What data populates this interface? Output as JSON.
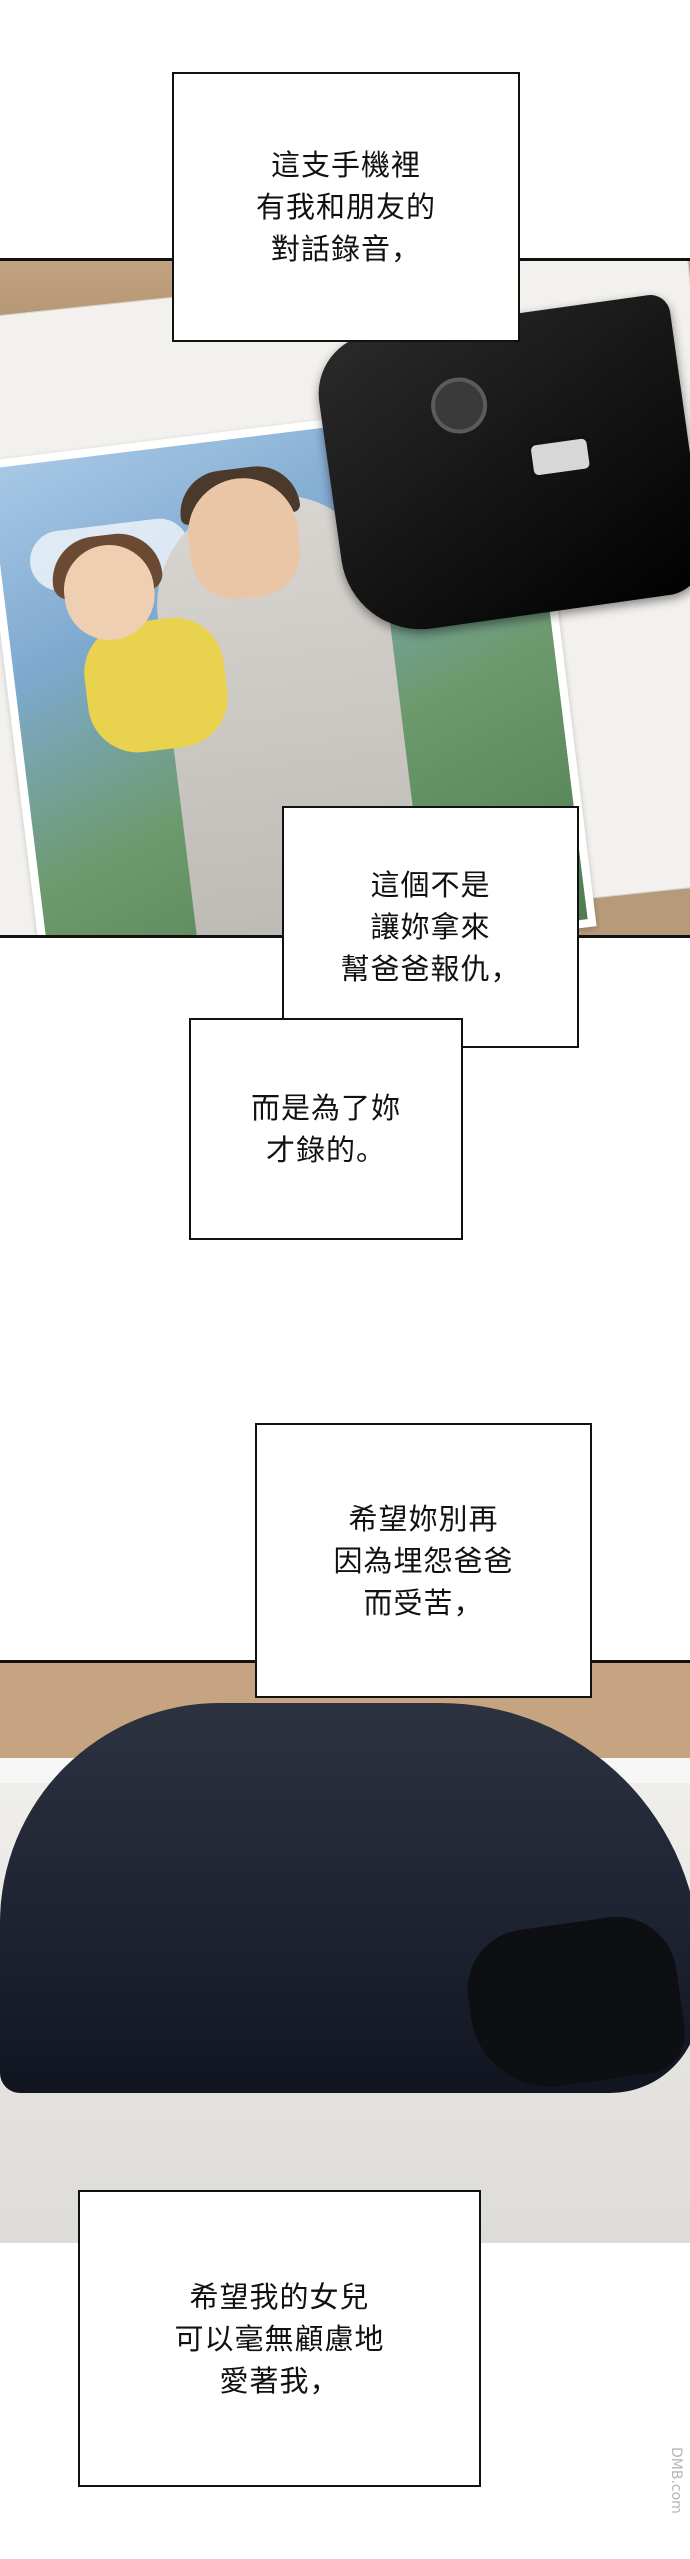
{
  "captions": [
    {
      "lines": "這支手機裡\n有我和朋友的\n對話錄音，"
    },
    {
      "lines": "這個不是\n讓妳拿來\n幫爸爸報仇，"
    },
    {
      "lines": "而是為了妳\n才錄的。"
    },
    {
      "lines": "希望妳別再\n因為埋怨爸爸\n而受苦，"
    },
    {
      "lines": "希望我的女兒\n可以毫無顧慮地\n愛著我，"
    }
  ],
  "watermark": "DMB.com"
}
